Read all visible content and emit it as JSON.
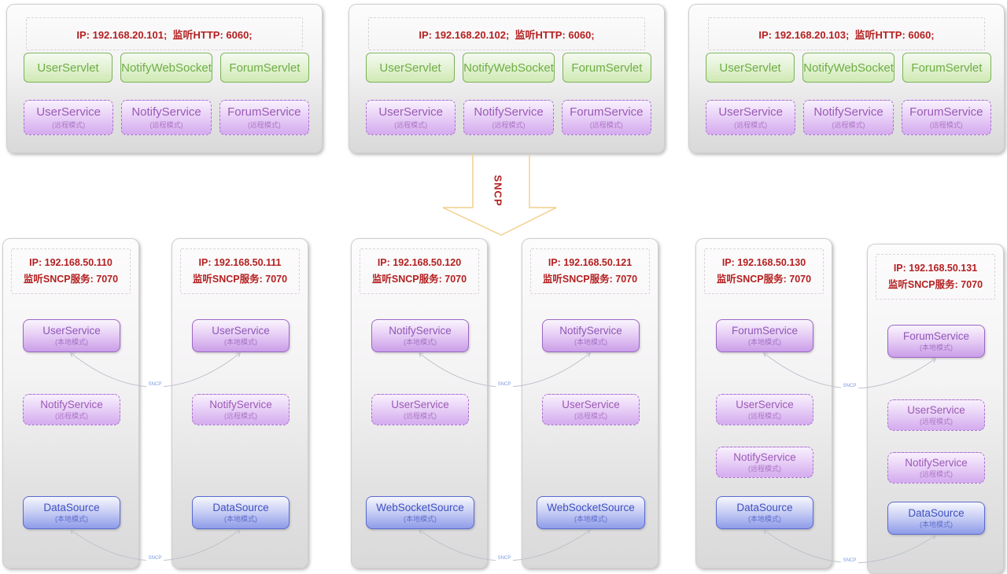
{
  "top_servers": [
    {
      "ip_line": "IP: 192.168.20.101;  监听HTTP: 6060;",
      "servlets": [
        "UserServlet",
        "NotifyWebSocket",
        "ForumServlet"
      ],
      "services": [
        {
          "name": "UserService",
          "mode": "(远程模式)"
        },
        {
          "name": "NotifyService",
          "mode": "(远程模式)"
        },
        {
          "name": "ForumService",
          "mode": "(远程模式)"
        }
      ]
    },
    {
      "ip_line": "IP: 192.168.20.102;  监听HTTP: 6060;",
      "servlets": [
        "UserServlet",
        "NotifyWebSocket",
        "ForumServlet"
      ],
      "services": [
        {
          "name": "UserService",
          "mode": "(远程模式)"
        },
        {
          "name": "NotifyService",
          "mode": "(远程模式)"
        },
        {
          "name": "ForumService",
          "mode": "(远程模式)"
        }
      ]
    },
    {
      "ip_line": "IP: 192.168.20.103;  监听HTTP: 6060;",
      "servlets": [
        "UserServlet",
        "NotifyWebSocket",
        "ForumServlet"
      ],
      "services": [
        {
          "name": "UserService",
          "mode": "(远程模式)"
        },
        {
          "name": "NotifyService",
          "mode": "(远程模式)"
        },
        {
          "name": "ForumService",
          "mode": "(远程模式)"
        }
      ]
    }
  ],
  "sncp_arrow": {
    "label": "SNCP"
  },
  "bottom_servers": [
    {
      "ip_line1": "IP: 192.168.50.110",
      "ip_line2": "监听SNCP服务: 7070",
      "services": [
        {
          "name": "UserService",
          "mode": "(本地模式)"
        },
        {
          "name": "NotifyService",
          "mode": "(远程模式)"
        },
        {
          "name": "DataSource",
          "mode": "(本地模式)"
        }
      ]
    },
    {
      "ip_line1": "IP: 192.168.50.111",
      "ip_line2": "监听SNCP服务: 7070",
      "services": [
        {
          "name": "UserService",
          "mode": "(本地模式)"
        },
        {
          "name": "NotifyService",
          "mode": "(远程模式)"
        },
        {
          "name": "DataSource",
          "mode": "(本地模式)"
        }
      ]
    },
    {
      "ip_line1": "IP: 192.168.50.120",
      "ip_line2": "监听SNCP服务: 7070",
      "services": [
        {
          "name": "NotifyService",
          "mode": "(本地模式)"
        },
        {
          "name": "UserService",
          "mode": "(远程模式)"
        },
        {
          "name": "WebSocketSource",
          "mode": "(本地模式)"
        }
      ]
    },
    {
      "ip_line1": "IP: 192.168.50.121",
      "ip_line2": "监听SNCP服务: 7070",
      "services": [
        {
          "name": "NotifyService",
          "mode": "(本地模式)"
        },
        {
          "name": "UserService",
          "mode": "(远程模式)"
        },
        {
          "name": "WebSocketSource",
          "mode": "(本地模式)"
        }
      ]
    },
    {
      "ip_line1": "IP: 192.168.50.130",
      "ip_line2": "监听SNCP服务: 7070",
      "services": [
        {
          "name": "ForumService",
          "mode": "(本地模式)"
        },
        {
          "name": "UserService",
          "mode": "(远程模式)"
        },
        {
          "name": "NotifyService",
          "mode": "(远程模式)"
        },
        {
          "name": "DataSource",
          "mode": "(本地模式)"
        }
      ]
    },
    {
      "ip_line1": "IP: 192.168.50.131",
      "ip_line2": "监听SNCP服务: 7070",
      "services": [
        {
          "name": "ForumService",
          "mode": "(本地模式)"
        },
        {
          "name": "UserService",
          "mode": "(远程模式)"
        },
        {
          "name": "NotifyService",
          "mode": "(远程模式)"
        },
        {
          "name": "DataSource",
          "mode": "(本地模式)"
        }
      ]
    }
  ],
  "connectors": {
    "label": "SNCP"
  },
  "colors": {
    "ip_text": "#b42020",
    "servlet_green": "#6fae46",
    "service_purple": "#9b59b6",
    "source_blue": "#3f51c0",
    "arrow_stroke": "#f2cd8a",
    "connector_line": "#bcc0ca"
  }
}
